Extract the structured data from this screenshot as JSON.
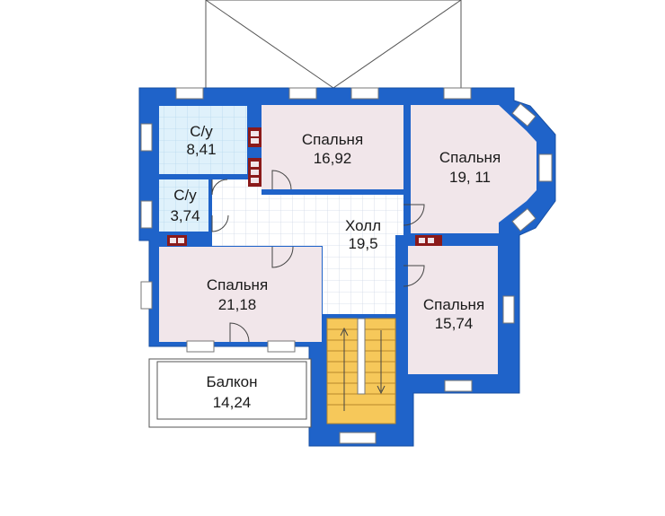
{
  "colors": {
    "wall": "#1f63c9",
    "wall_edge": "#174fa3",
    "room_bedroom": "#f1e6ea",
    "room_bath": "#dff1fb",
    "hall_tile": "#ffffff",
    "grid_line": "#cfd8e6",
    "stairs": "#f6c85a",
    "balcony": "#ffffff",
    "outline": "#555555",
    "chimney": "#8b1a1a"
  },
  "rooms": [
    {
      "id": "bath-1",
      "name": "С/у",
      "area": "8,41"
    },
    {
      "id": "bath-2",
      "name": "С/у",
      "area": "3,74"
    },
    {
      "id": "bedroom-1",
      "name": "Спальня",
      "area": "16,92"
    },
    {
      "id": "bedroom-2",
      "name": "Спальня",
      "area": "19, 11"
    },
    {
      "id": "hall",
      "name": "Холл",
      "area": "19,5"
    },
    {
      "id": "bedroom-3",
      "name": "Спальня",
      "area": "21,18"
    },
    {
      "id": "bedroom-4",
      "name": "Спальня",
      "area": "15,74"
    },
    {
      "id": "balcony",
      "name": "Балкон",
      "area": "14,24"
    }
  ]
}
